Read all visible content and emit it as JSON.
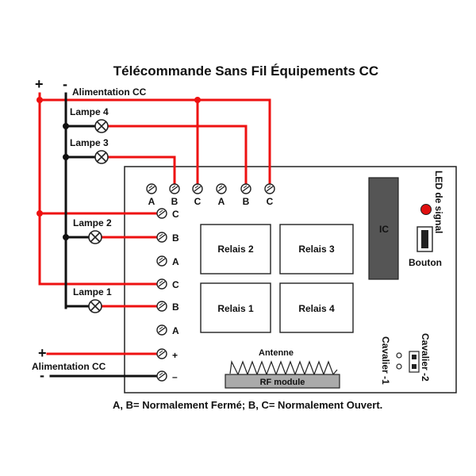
{
  "title": "Télécommande Sans Fil Équipements CC",
  "power_top": {
    "label": "Alimentation CC",
    "plus": "+",
    "minus": "-"
  },
  "power_bottom": {
    "label": "Alimentation CC",
    "plus": "+",
    "minus": "-"
  },
  "lamps": [
    "Lampe 4",
    "Lampe 3",
    "Lampe 2",
    "Lampe 1"
  ],
  "top_terminals": [
    "A",
    "B",
    "C",
    "A",
    "B",
    "C"
  ],
  "left_terminals": [
    "C",
    "B",
    "A",
    "C",
    "B",
    "A",
    "+",
    "–"
  ],
  "relays": [
    "Relais 2",
    "Relais 3",
    "Relais 1",
    "Relais 4"
  ],
  "ic": "IC",
  "led": "LED de signal",
  "button": "Bouton",
  "antenna": "Antenne",
  "rf_module": "RF module",
  "jumper1": "Cavalier -1",
  "jumper2": "Cavalier -2",
  "footer": "A, B= Normalement Fermé; B, C= Normalement Ouvert.",
  "colors": {
    "wire_positive": "#ee1111",
    "wire_negative": "#111111",
    "led": "#e01010",
    "ic_fill": "#555555",
    "relay_fill": "#ffffff",
    "rf_fill": "#aaaaaa"
  }
}
